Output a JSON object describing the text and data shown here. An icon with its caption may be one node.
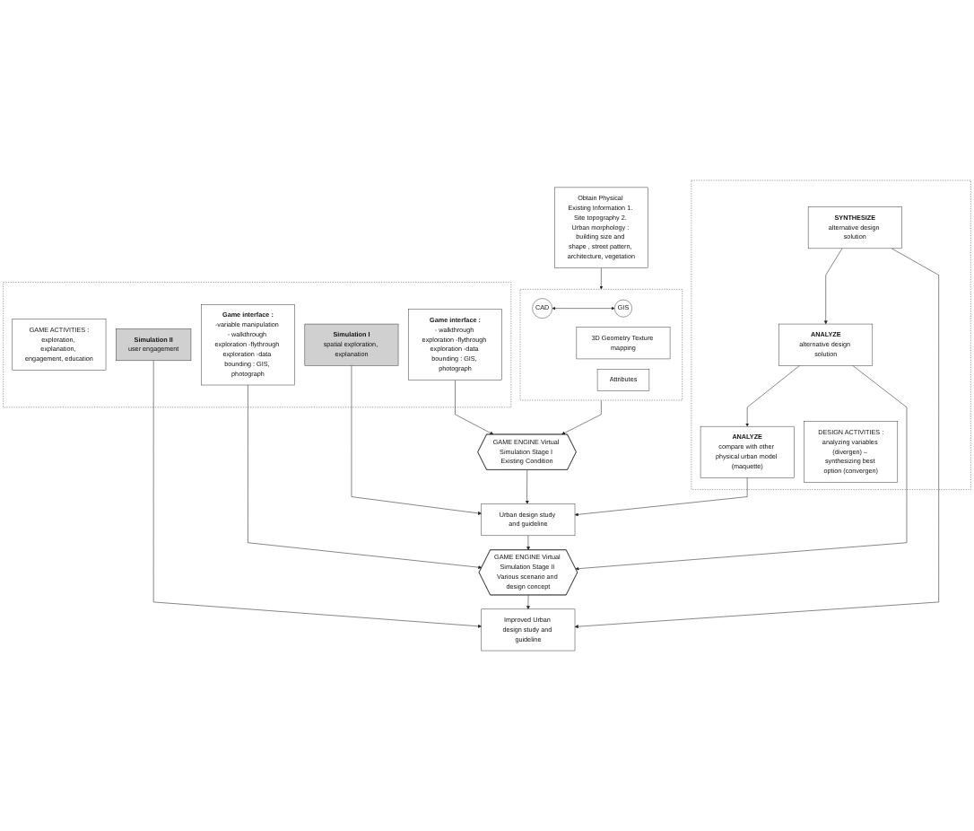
{
  "diagram": {
    "nodes": [
      {
        "text": [],
        "shape": "box"
      },
      {
        "text": [
          "GAME ACTIVITIES :",
          "exploration, explanation, engagement, education"
        ],
        "in": 0
      },
      {
        "text": [
          "Game interface :",
          "- walkthrough exploration -flythrough exploration -data bounding : GIS, photograph"
        ],
        "in": 0
      },
      {
        "text": [
          "Simulation I",
          "spatial exploration, explanation"
        ],
        "in": 0
      },
      {
        "text": [
          "Game interface :",
          "-variable manipulation - walkthrough exploration -flythrough exploration -data bounding : GIS, photograph"
        ],
        "in": 0
      },
      {
        "text": [
          "Simulation II",
          "user engagement"
        ],
        "in": 0
      },
      {
        "text": [
          "Obtain Physical Existing Information 1. Site topography 2. Urban morphology : building size and shape , street pattern, architecture, vegetation"
        ]
      },
      {
        "text": [
          "GAME ENGINE Virtual Simulation Stage I Existing Condition"
        ]
      },
      {
        "text": [
          "Urban design study and guideline"
        ]
      },
      {
        "text": [
          "GAME ENGINE Virtual Simulation Stage II Various scenario and design concept"
        ]
      },
      {
        "text": [
          "Improved Urban design study and guideline"
        ]
      },
      {
        "text": [],
        "shape": "box"
      },
      {
        "text": [
          "CAD"
        ],
        "in": 11
      },
      {
        "text": [
          "GIS"
        ],
        "in": 11
      },
      {
        "text": [
          "3D Geometry Texture mapping"
        ],
        "in": 11
      },
      {
        "text": [
          "Attributes"
        ],
        "in": 11
      },
      {
        "text": [],
        "shape": "box"
      },
      {
        "text": [
          "ANALYZE",
          "compare with other physical urban model (maquette)"
        ],
        "in": 16
      },
      {
        "text": [
          "ANALYZE",
          "alternative design solution"
        ],
        "in": 16
      },
      {
        "text": [
          "SYNTHESIZE",
          "alternative design solution"
        ],
        "in": 16
      },
      {
        "text": [
          "DESIGN ACTIVITIES :",
          "analyzing variables (divergen) – synthesizing best option (convergen)"
        ],
        "in": 16
      }
    ],
    "edges": [
      {
        "from": 2,
        "to": 7,
        "arrow": "to"
      },
      {
        "from": 3,
        "to": 8,
        "arrow": "to"
      },
      {
        "from": 4,
        "to": 9,
        "arrow": "to"
      },
      {
        "from": 5,
        "to": 10,
        "arrow": "to"
      },
      {
        "from": 7,
        "to": 8,
        "arrow": "to"
      },
      {
        "from": 8,
        "to": 9,
        "arrow": "to"
      },
      {
        "from": 9,
        "to": 10,
        "arrow": "to"
      },
      {
        "from": 6,
        "to": 11,
        "arrow": "to"
      },
      {
        "from": 11,
        "to": 7,
        "arrow": "to"
      },
      {
        "from": 12,
        "to": 13,
        "arrow": "both"
      },
      {
        "from": 19,
        "to": 18,
        "arrow": "to"
      },
      {
        "from": 18,
        "to": 17,
        "arrow": "to"
      },
      {
        "from": 17,
        "to": 8,
        "arrow": "to"
      },
      {
        "from": 18,
        "to": 9,
        "arrow": "to"
      },
      {
        "from": 19,
        "to": 10,
        "arrow": "to"
      }
    ]
  }
}
